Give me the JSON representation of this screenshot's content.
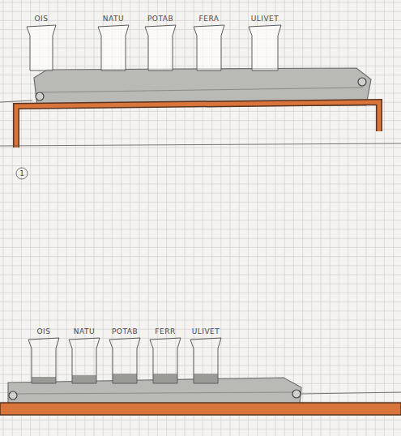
{
  "diagram": {
    "nodes": [
      {
        "text": [
          "OIS"
        ]
      },
      {
        "text": [
          "NATU"
        ]
      },
      {
        "text": [
          "POTAB"
        ]
      },
      {
        "text": [
          "FERA"
        ]
      },
      {
        "text": [
          "ULIVET"
        ]
      },
      {
        "text": [
          "OIS"
        ]
      },
      {
        "text": [
          "NATU"
        ]
      },
      {
        "text": [
          "POTAB"
        ]
      },
      {
        "text": [
          "FERR"
        ]
      },
      {
        "text": [
          "ULIVET"
        ]
      }
    ],
    "labels": [
      "1"
    ]
  }
}
